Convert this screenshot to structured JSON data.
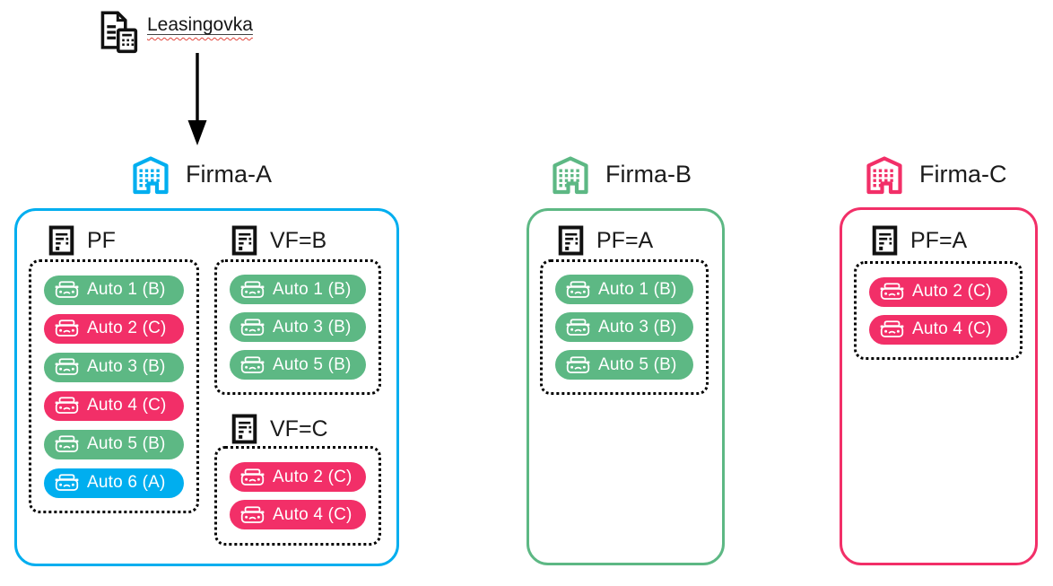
{
  "palette": {
    "firma_a_blue": "#00AEEF",
    "firma_b_green": "#5DB884",
    "firma_c_pink": "#F22F68",
    "underline_dark": "#404040",
    "squiggle_red": "#E0443A",
    "icon_black": "#111111"
  },
  "icons": {
    "lease": "document-calculator-icon",
    "company": "building-icon",
    "group": "document-list-icon",
    "auto": "car-front-icon",
    "connector": "down-arrow"
  },
  "lease": {
    "label": "Leasingovka"
  },
  "companies": [
    {
      "name": "Firma-A",
      "color": "#00AEEF",
      "groups": [
        {
          "label": "PF",
          "autos": [
            {
              "label": "Auto 1 (B)",
              "color": "#5DB884"
            },
            {
              "label": "Auto 2 (C)",
              "color": "#F22F68"
            },
            {
              "label": "Auto 3 (B)",
              "color": "#5DB884"
            },
            {
              "label": "Auto 4 (C)",
              "color": "#F22F68"
            },
            {
              "label": "Auto 5 (B)",
              "color": "#5DB884"
            },
            {
              "label": "Auto 6 (A)",
              "color": "#00AEEF"
            }
          ]
        },
        {
          "label": "VF=B",
          "autos": [
            {
              "label": "Auto 1 (B)",
              "color": "#5DB884"
            },
            {
              "label": "Auto 3 (B)",
              "color": "#5DB884"
            },
            {
              "label": "Auto 5 (B)",
              "color": "#5DB884"
            }
          ]
        },
        {
          "label": "VF=C",
          "autos": [
            {
              "label": "Auto 2 (C)",
              "color": "#F22F68"
            },
            {
              "label": "Auto 4 (C)",
              "color": "#F22F68"
            }
          ]
        }
      ]
    },
    {
      "name": "Firma-B",
      "color": "#5DB884",
      "groups": [
        {
          "label": "PF=A",
          "autos": [
            {
              "label": "Auto 1 (B)",
              "color": "#5DB884"
            },
            {
              "label": "Auto 3 (B)",
              "color": "#5DB884"
            },
            {
              "label": "Auto 5 (B)",
              "color": "#5DB884"
            }
          ]
        }
      ]
    },
    {
      "name": "Firma-C",
      "color": "#F22F68",
      "groups": [
        {
          "label": "PF=A",
          "autos": [
            {
              "label": "Auto 2 (C)",
              "color": "#F22F68"
            },
            {
              "label": "Auto 4 (C)",
              "color": "#F22F68"
            }
          ]
        }
      ]
    }
  ]
}
